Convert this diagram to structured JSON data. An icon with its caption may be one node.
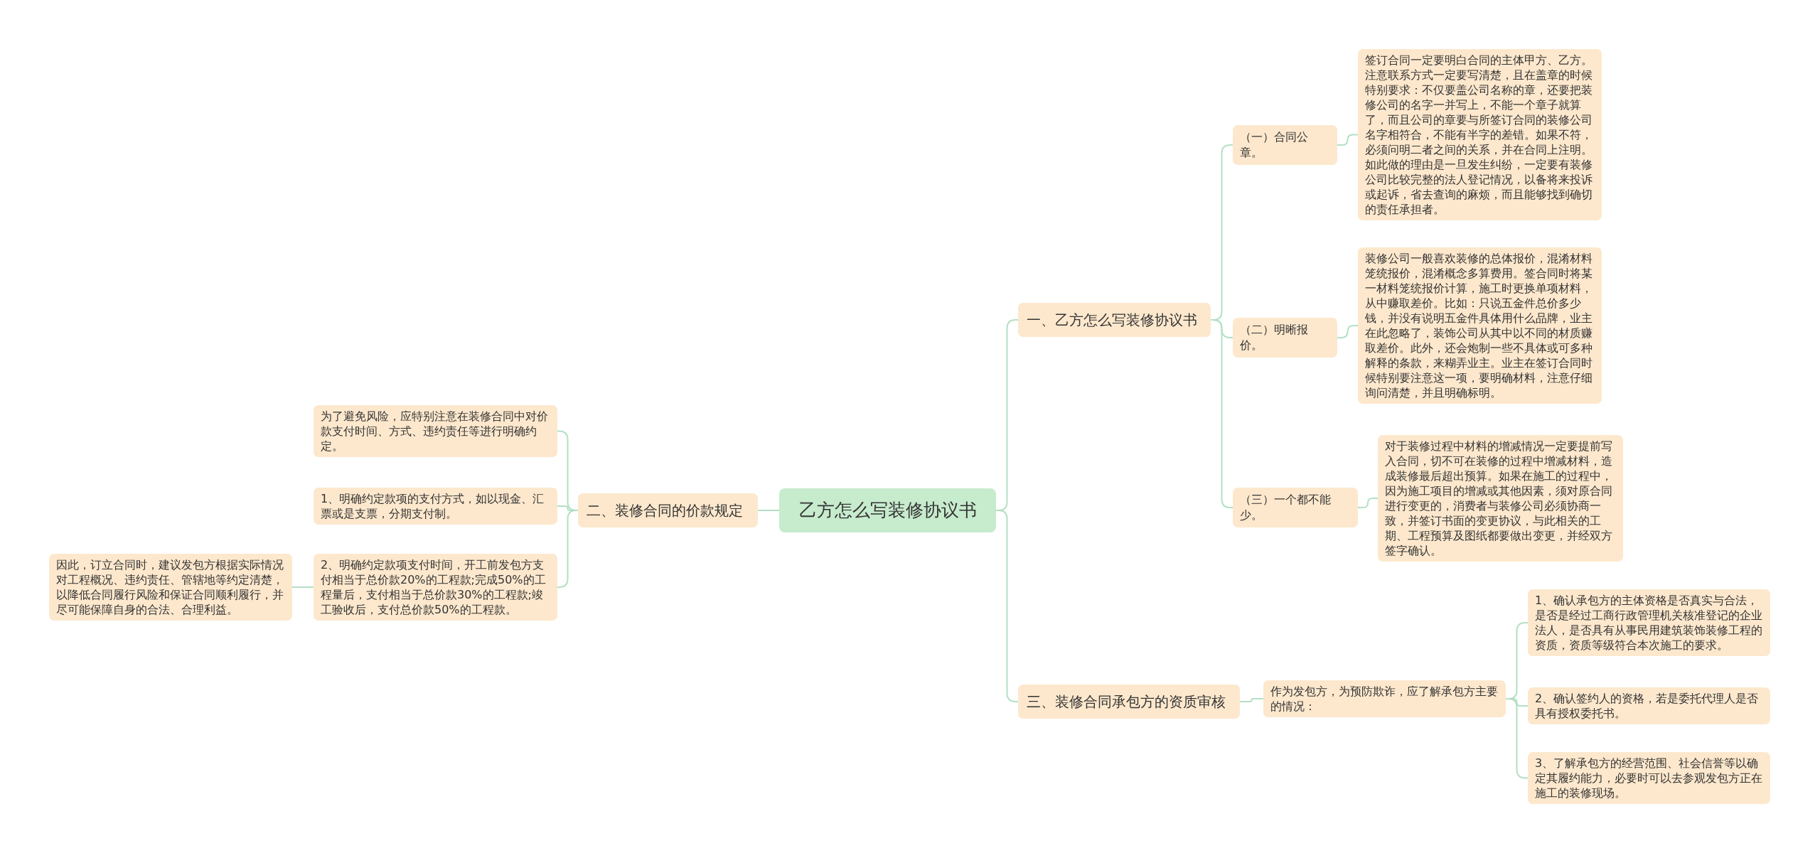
{
  "diagram": {
    "nodes": [
      {
        "text": [
          "乙方怎么写装修协议书"
        ]
      },
      {
        "text": [
          "一、乙方怎么写装修协议书"
        ]
      },
      {
        "text": [
          "（一）合同公章。"
        ]
      },
      {
        "text": [
          "签订合同一定要明白合同的主体甲方、乙方。注意联系方式一定要写清楚，且在盖章的时候特别要求：不仅要盖公司名称的章，还要把装修公司的名字一并写上，不能一个章子就算了，而且公司的章要与所签订合同的装修公司名字相符合，不能有半字的差错。如果不符，必须问明二者之间的关系，并在合同上注明。如此做的理由是一旦发生纠纷，一定要有装修公司比较完整的法人登记情况，以备将来投诉或起诉，省去查询的麻烦，而且能够找到确切的责任承担者。"
        ]
      },
      {
        "text": [
          "（二）明晰报价。"
        ]
      },
      {
        "text": [
          "装修公司一般喜欢装修的总体报价，混淆材料笼统报价，混淆概念多算费用。签合同时将某一材料笼统报价计算，施工时更换单项材料，从中赚取差价。比如：只说五金件总价多少钱，并没有说明五金件具体用什么品牌，业主在此忽略了，装饰公司从其中以不同的材质赚取差价。此外，还会炮制一些不具体或可多种解释的条款，来糊弄业主。业主在签订合同时候特别要注意这一项，要明确材料，注意仔细询问清楚，并且明确标明。"
        ]
      },
      {
        "text": [
          "（三）一个都不能少。"
        ]
      },
      {
        "text": [
          "对于装修过程中材料的增减情况一定要提前写入合同，切不可在装修的过程中增减材料，造成装修最后超出预算。如果在施工的过程中，因为施工项目的增减或其他因素，须对原合同进行变更的，消费者与装修公司必须协商一致，并签订书面的变更协议，与此相关的工期、工程预算及图纸都要做出变更，并经双方签字确认。"
        ]
      },
      {
        "text": [
          "三、装修合同承包方的资质审核"
        ]
      },
      {
        "text": [
          "作为发包方，为预防欺诈，应了解承包方主要的情况："
        ]
      },
      {
        "text": [
          "1、确认承包方的主体资格是否真实与合法，是否是经过工商行政管理机关核准登记的企业法人，是否具有从事民用建筑装饰装修工程的资质，资质等级符合本次施工的要求。"
        ]
      },
      {
        "text": [
          "2、确认签约人的资格，若是委托代理人是否具有授权委托书。"
        ]
      },
      {
        "text": [
          "3、了解承包方的经营范围、社会信誉等以确定其履约能力，必要时可以去参观发包方正在施工的装修现场。"
        ]
      },
      {
        "text": [
          "二、装修合同的价款规定"
        ]
      },
      {
        "text": [
          "为了避免风险，应特别注意在装修合同中对价款支付时间、方式、违约责任等进行明确约定。"
        ]
      },
      {
        "text": [
          "1、明确约定款项的支付方式，如以现金、汇票或是支票，分期支付制。"
        ]
      },
      {
        "text": [
          "2、明确约定款项支付时间，开工前发包方支付相当于总价款20%的工程款;完成50%的工程量后，支付相当于总价款30%的工程款;竣工验收后，支付总价款50%的工程款。"
        ]
      },
      {
        "text": [
          "因此，订立合同时，建议发包方根据实际情况对工程概况、违约责任、管辖地等约定清楚，以降低合同履行风险和保证合同顺利履行，并尽可能保障自身的合法、合理利益。"
        ]
      }
    ],
    "edges": [
      {
        "from": 0,
        "to": 1,
        "arrow": "none"
      },
      {
        "from": 0,
        "to": 8,
        "arrow": "none"
      },
      {
        "from": 0,
        "to": 13,
        "arrow": "none"
      },
      {
        "from": 1,
        "to": 2,
        "arrow": "none"
      },
      {
        "from": 1,
        "to": 4,
        "arrow": "none"
      },
      {
        "from": 1,
        "to": 6,
        "arrow": "none"
      },
      {
        "from": 2,
        "to": 3,
        "arrow": "none"
      },
      {
        "from": 4,
        "to": 5,
        "arrow": "none"
      },
      {
        "from": 6,
        "to": 7,
        "arrow": "none"
      },
      {
        "from": 8,
        "to": 9,
        "arrow": "none"
      },
      {
        "from": 9,
        "to": 10,
        "arrow": "none"
      },
      {
        "from": 9,
        "to": 11,
        "arrow": "none"
      },
      {
        "from": 9,
        "to": 12,
        "arrow": "none"
      },
      {
        "from": 13,
        "to": 14,
        "arrow": "none"
      },
      {
        "from": 13,
        "to": 15,
        "arrow": "none"
      },
      {
        "from": 13,
        "to": 16,
        "arrow": "none"
      },
      {
        "from": 16,
        "to": 17,
        "arrow": "none"
      }
    ]
  }
}
